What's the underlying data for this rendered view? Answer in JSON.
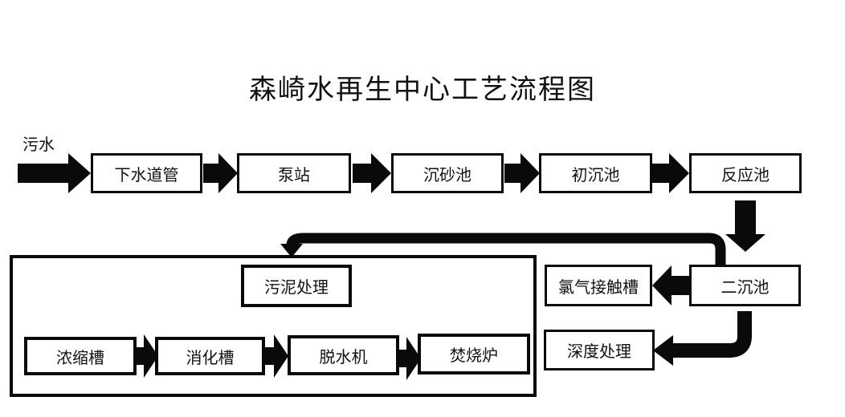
{
  "title": "森崎水再生中心工艺流程图",
  "colors": {
    "ink": "#0a0a0a",
    "background": "#ffffff"
  },
  "flow": {
    "influent_label": "污水",
    "nodes": {
      "sewer": "下水道管",
      "pump_station": "泵站",
      "grit_chamber": "沉砂池",
      "primary_sedimentation": "初沉池",
      "reaction_tank": "反应池",
      "secondary_sedimentation": "二沉池",
      "chlorine_contact": "氯气接触槽",
      "advanced_treatment": "深度处理",
      "sludge_treatment": "污泥处理",
      "thickener": "浓缩槽",
      "digester": "消化槽",
      "dewatering_machine": "脱水机",
      "incinerator": "焚烧炉"
    },
    "edges": [
      {
        "from": "污水",
        "to": "下水道管"
      },
      {
        "from": "下水道管",
        "to": "泵站"
      },
      {
        "from": "泵站",
        "to": "沉砂池"
      },
      {
        "from": "沉砂池",
        "to": "初沉池"
      },
      {
        "from": "初沉池",
        "to": "反应池"
      },
      {
        "from": "反应池",
        "to": "二沉池"
      },
      {
        "from": "二沉池",
        "to": "氯气接触槽"
      },
      {
        "from": "二沉池",
        "to": "深度处理"
      },
      {
        "from": "二沉池",
        "to": "污泥处理"
      },
      {
        "from": "浓缩槽",
        "to": "消化槽"
      },
      {
        "from": "消化槽",
        "to": "脱水机"
      },
      {
        "from": "脱水机",
        "to": "焚烧炉"
      }
    ]
  }
}
